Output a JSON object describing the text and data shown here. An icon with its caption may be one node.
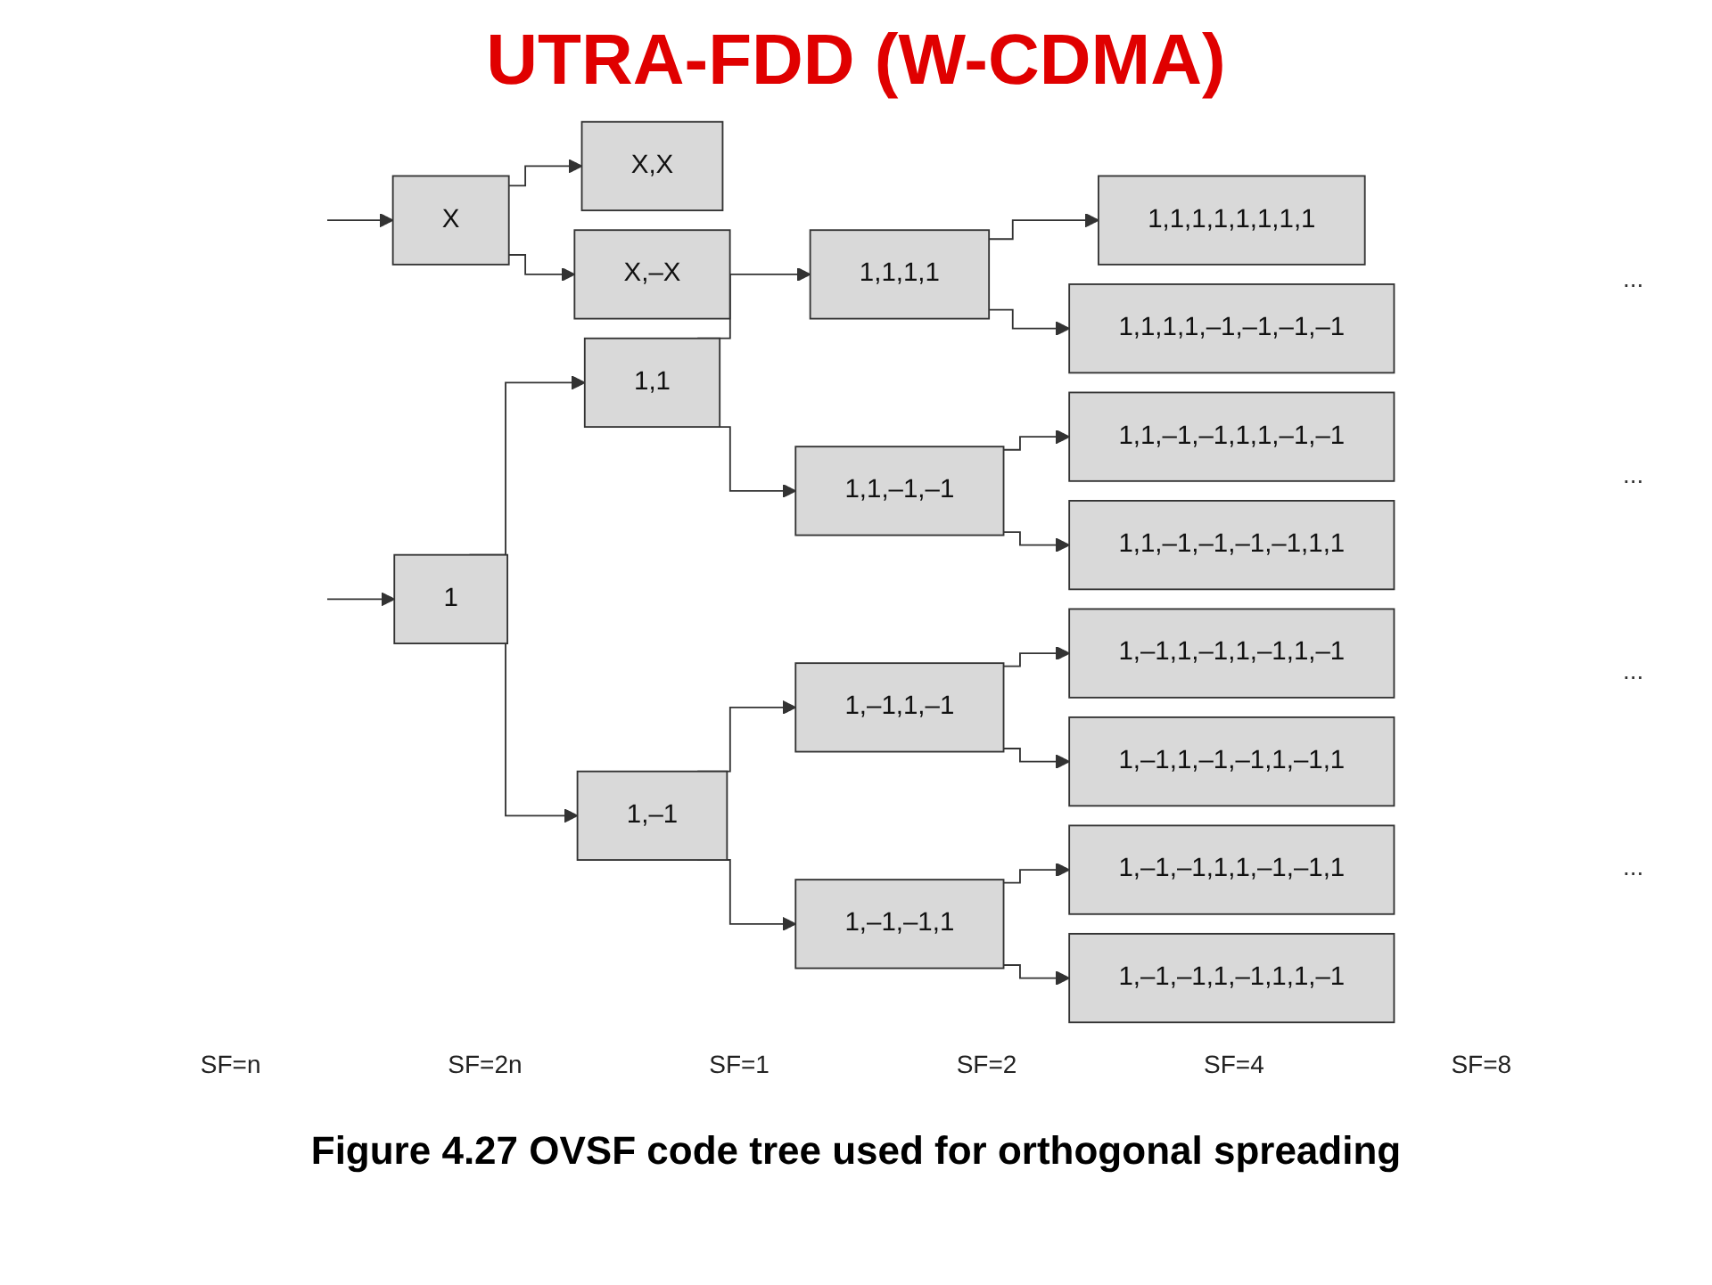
{
  "diagram": {
    "title": "UTRA-FDD (W-CDMA)",
    "caption": "Figure 4.27 OVSF code tree used for orthogonal spreading",
    "nodes": [
      {
        "text": [
          "X"
        ]
      },
      {
        "text": [
          "X,X"
        ]
      },
      {
        "text": [
          "X,–X"
        ]
      },
      {
        "text": [
          "1"
        ]
      },
      {
        "text": [
          "1,1"
        ]
      },
      {
        "text": [
          "1,–1"
        ]
      },
      {
        "text": [
          "1,1,1,1"
        ]
      },
      {
        "text": [
          "1,1,–1,–1"
        ]
      },
      {
        "text": [
          "1,–1,1,–1"
        ]
      },
      {
        "text": [
          "1,–1,–1,1"
        ]
      },
      {
        "text": [
          "1,1,1,1,1,1,1,1"
        ]
      },
      {
        "text": [
          "1,1,1,1,–1,–1,–1,–1"
        ]
      },
      {
        "text": [
          "1,1,–1,–1,1,1,–1,–1"
        ]
      },
      {
        "text": [
          "1,1,–1,–1,–1,–1,1,1"
        ]
      },
      {
        "text": [
          "1,–1,1,–1,1,–1,1,–1"
        ]
      },
      {
        "text": [
          "1,–1,1,–1,–1,1,–1,1"
        ]
      },
      {
        "text": [
          "1,–1,–1,1,1,–1,–1,1"
        ]
      },
      {
        "text": [
          "1,–1,–1,1,–1,1,1,–1"
        ]
      }
    ],
    "edges": [
      {
        "from": null,
        "to": 0,
        "arrow": "to"
      },
      {
        "from": 0,
        "to": 1,
        "arrow": "to"
      },
      {
        "from": 0,
        "to": 2,
        "arrow": "to"
      },
      {
        "from": null,
        "to": 3,
        "arrow": "to"
      },
      {
        "from": 3,
        "to": 4,
        "arrow": "to"
      },
      {
        "from": 3,
        "to": 5,
        "arrow": "to"
      },
      {
        "from": 4,
        "to": 6,
        "arrow": "to"
      },
      {
        "from": 4,
        "to": 7,
        "arrow": "to"
      },
      {
        "from": 5,
        "to": 8,
        "arrow": "to"
      },
      {
        "from": 5,
        "to": 9,
        "arrow": "to"
      },
      {
        "from": 6,
        "to": 10,
        "arrow": "to"
      },
      {
        "from": 6,
        "to": 11,
        "arrow": "to"
      },
      {
        "from": 7,
        "to": 12,
        "arrow": "to"
      },
      {
        "from": 7,
        "to": 13,
        "arrow": "to"
      },
      {
        "from": 8,
        "to": 14,
        "arrow": "to"
      },
      {
        "from": 8,
        "to": 15,
        "arrow": "to"
      },
      {
        "from": 9,
        "to": 16,
        "arrow": "to"
      },
      {
        "from": 9,
        "to": 17,
        "arrow": "to"
      }
    ],
    "labels": [
      "...",
      "...",
      "...",
      "...",
      "SF=n",
      "SF=2n",
      "SF=1",
      "SF=2",
      "SF=4",
      "SF=8"
    ]
  }
}
